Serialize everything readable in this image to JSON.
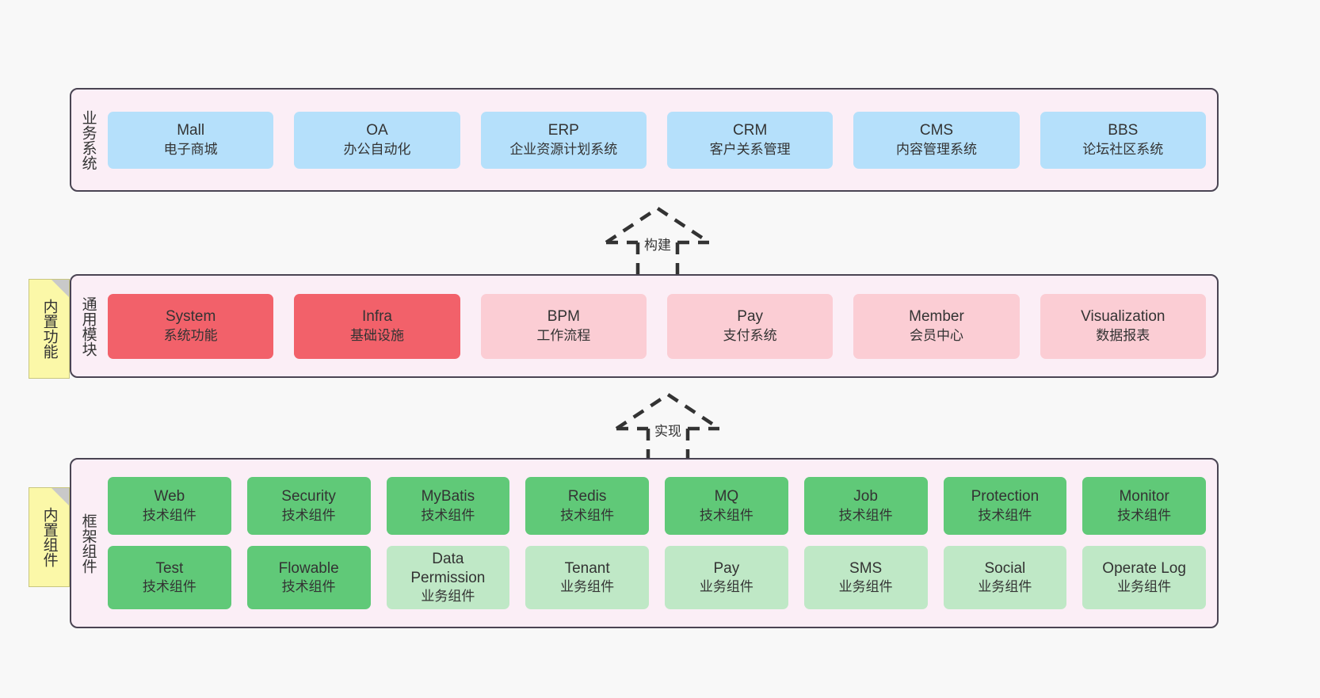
{
  "diagram": {
    "background": "#f8f8f8",
    "accent_pink_panel": "#fbeef6",
    "border_color": "#4a4453"
  },
  "layers": [
    {
      "id": "business-systems",
      "title": "业务系统",
      "note": null,
      "rows": [
        {
          "items": [
            {
              "name": "Mall",
              "desc": "电子商城",
              "style": "blue"
            },
            {
              "name": "OA",
              "desc": "办公自动化",
              "style": "blue"
            },
            {
              "name": "ERP",
              "desc": "企业资源计划系统",
              "style": "blue"
            },
            {
              "name": "CRM",
              "desc": "客户关系管理",
              "style": "blue"
            },
            {
              "name": "CMS",
              "desc": "内容管理系统",
              "style": "blue"
            },
            {
              "name": "BBS",
              "desc": "论坛社区系统",
              "style": "blue"
            }
          ]
        }
      ]
    },
    {
      "id": "general-modules",
      "title": "通用模块",
      "note": "内置功能",
      "rows": [
        {
          "items": [
            {
              "name": "System",
              "desc": "系统功能",
              "style": "redd"
            },
            {
              "name": "Infra",
              "desc": "基础设施",
              "style": "redd"
            },
            {
              "name": "BPM",
              "desc": "工作流程",
              "style": "pinkl"
            },
            {
              "name": "Pay",
              "desc": "支付系统",
              "style": "pinkl"
            },
            {
              "name": "Member",
              "desc": "会员中心",
              "style": "pinkl"
            },
            {
              "name": "Visualization",
              "desc": "数据报表",
              "style": "pinkl"
            }
          ]
        }
      ]
    },
    {
      "id": "framework-components",
      "title": "框架组件",
      "note": "内置组件",
      "rows": [
        {
          "items": [
            {
              "name": "Web",
              "desc": "技术组件",
              "style": "greend"
            },
            {
              "name": "Security",
              "desc": "技术组件",
              "style": "greend"
            },
            {
              "name": "MyBatis",
              "desc": "技术组件",
              "style": "greend"
            },
            {
              "name": "Redis",
              "desc": "技术组件",
              "style": "greend"
            },
            {
              "name": "MQ",
              "desc": "技术组件",
              "style": "greend"
            },
            {
              "name": "Job",
              "desc": "技术组件",
              "style": "greend"
            },
            {
              "name": "Protection",
              "desc": "技术组件",
              "style": "greend"
            },
            {
              "name": "Monitor",
              "desc": "技术组件",
              "style": "greend"
            }
          ]
        },
        {
          "items": [
            {
              "name": "Test",
              "desc": "技术组件",
              "style": "greend"
            },
            {
              "name": "Flowable",
              "desc": "技术组件",
              "style": "greend"
            },
            {
              "name": "Data Permission",
              "desc": "业务组件",
              "style": "greenl"
            },
            {
              "name": "Tenant",
              "desc": "业务组件",
              "style": "greenl"
            },
            {
              "name": "Pay",
              "desc": "业务组件",
              "style": "greenl"
            },
            {
              "name": "SMS",
              "desc": "业务组件",
              "style": "greenl"
            },
            {
              "name": "Social",
              "desc": "业务组件",
              "style": "greenl"
            },
            {
              "name": "Operate Log",
              "desc": "业务组件",
              "style": "greenl"
            }
          ]
        }
      ]
    }
  ],
  "connectors": [
    {
      "id": "build",
      "label": "构建"
    },
    {
      "id": "implement",
      "label": "实现"
    }
  ]
}
